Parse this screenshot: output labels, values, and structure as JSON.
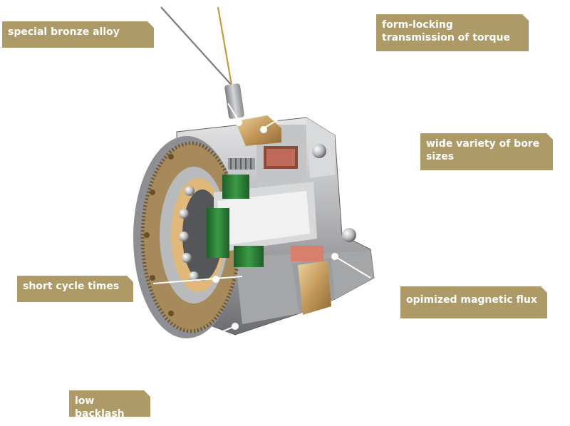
{
  "labels": {
    "bronze": "special bronze alloy",
    "form_locking_line1": "form-locking",
    "form_locking_line2": "transmission of torque",
    "bore_line1": "wide variety of bore",
    "bore_line2": "sizes",
    "cycle": "short cycle times",
    "flux": "opimized magnetic flux",
    "backlash": "low backlash"
  },
  "colors": {
    "label_background": "#ad9a66",
    "label_text": "#ffffff",
    "bronze": "#c8a56a",
    "steel": "#b9babc",
    "green": "#2f8a3a",
    "copper": "#c86a58"
  }
}
